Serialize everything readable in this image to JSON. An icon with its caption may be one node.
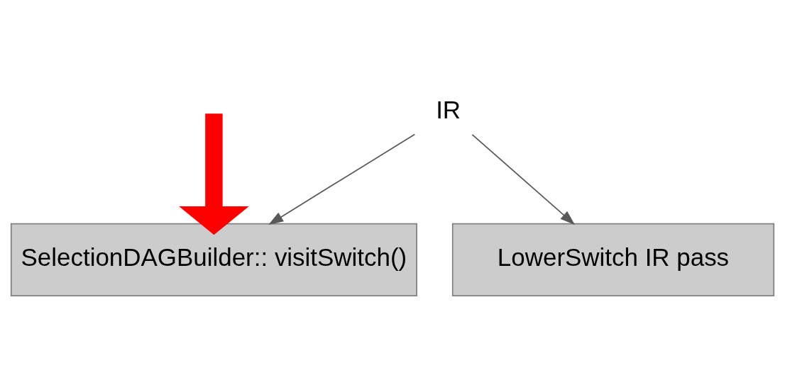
{
  "diagram": {
    "nodes": [
      {
        "text": [
          "IR"
        ]
      },
      {
        "text": [
          "SelectionDAGBuilder:: visitSwitch()"
        ]
      },
      {
        "text": [
          "LowerSwitch IR pass"
        ]
      }
    ],
    "edges": [
      {
        "from": 0,
        "to": 1,
        "arrow": "to"
      },
      {
        "from": 0,
        "to": 2,
        "arrow": "to"
      },
      {
        "from": null,
        "to": 1,
        "arrow": "to",
        "style": "thick",
        "color": "#ff0000"
      }
    ]
  }
}
